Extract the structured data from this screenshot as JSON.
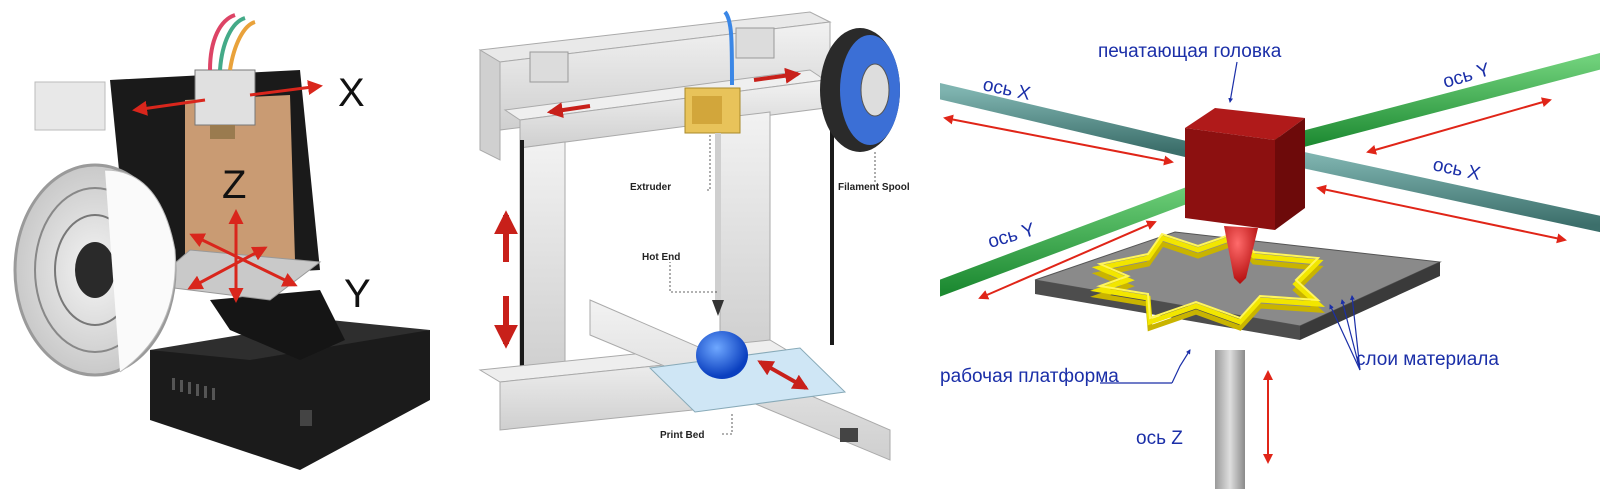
{
  "photo_panel": {
    "axis_labels": {
      "x": "X",
      "y": "Y",
      "z": "Z"
    }
  },
  "schematic_panel": {
    "labels": {
      "extruder": "Extruder",
      "filament_spool": "Filament Spool",
      "hot_end": "Hot End",
      "print_bed": "Print Bed"
    }
  },
  "concept_panel": {
    "labels": {
      "print_head": "печатающая головка",
      "axis_x_left": "ось X",
      "axis_x_right": "ось X",
      "axis_y_left": "ось Y",
      "axis_y_right": "ось Y",
      "axis_z": "ось Z",
      "platform": "рабочая платформа",
      "material_layers": "слои материала"
    }
  },
  "colors": {
    "arrow_red": "#d9261c",
    "rod_green": "#35b24a",
    "head_red": "#9b1111",
    "label_blue": "#1b2fa8",
    "layer_yellow": "#f2e600"
  }
}
